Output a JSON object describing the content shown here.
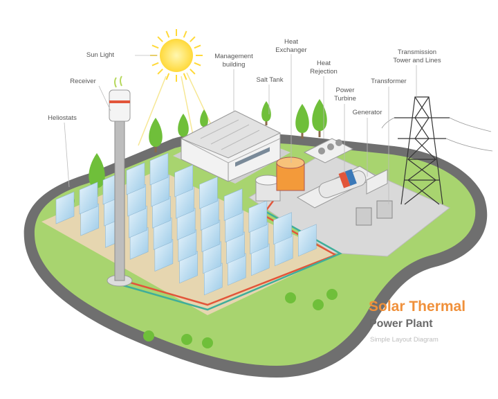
{
  "labels": {
    "sun_light": "Sun Light",
    "receiver": "Receiver",
    "heliostats": "Heliostats",
    "management_building": [
      "Management",
      "building"
    ],
    "salt_tank": "Salt Tank",
    "heat_exchanger": [
      "Heat",
      "Exchanger"
    ],
    "heat_rejection": [
      "Heat",
      "Rejection"
    ],
    "power_turbine": [
      "Power",
      "Turbine"
    ],
    "generator": "Generator",
    "transformer": "Transformer",
    "transmission": [
      "Transmission",
      "Tower and Lines"
    ]
  },
  "title": {
    "line1": "Solar Thermal",
    "line2": "Power Plant",
    "line3": "Simple Layout Diagram"
  },
  "colors": {
    "accent": "#f0903a",
    "grass": "#a8d46f",
    "road": "#707070",
    "panel": "#bcdcf0",
    "pipe_hot": "#e2553a",
    "pipe_cold": "#3fae9a"
  }
}
